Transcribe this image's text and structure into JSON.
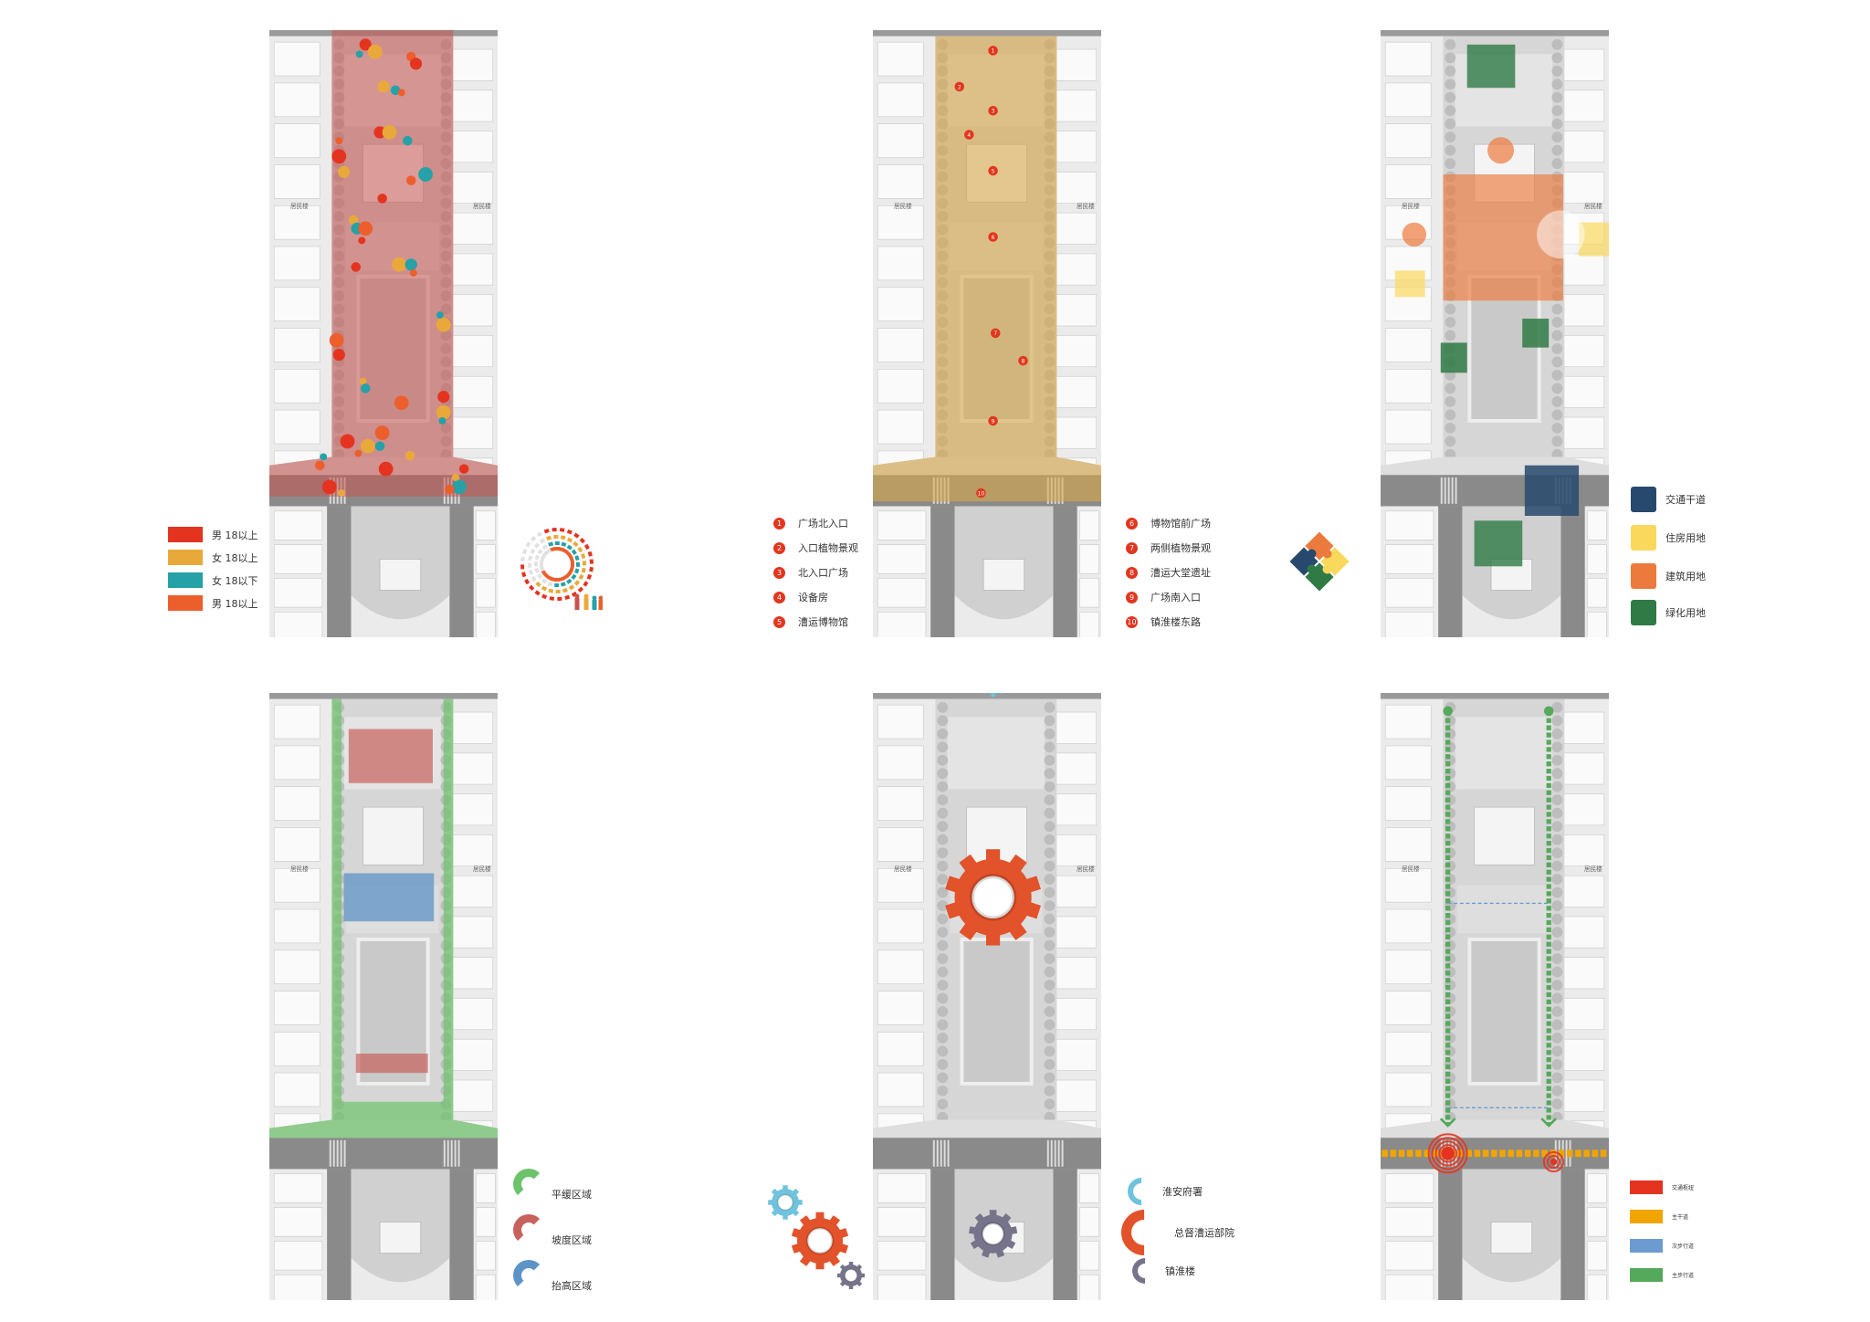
{
  "map_labels": {
    "resident": "居民楼"
  },
  "panel1": {
    "legend": [
      {
        "label": "男  18以上",
        "color": "#e43420"
      },
      {
        "label": "女  18以上",
        "color": "#e9a93a"
      },
      {
        "label": "女  18以下",
        "color": "#26a1a8"
      },
      {
        "label": "男  18以上",
        "color": "#ec5f2d"
      }
    ],
    "overlay_color": "#c8534f"
  },
  "panel2": {
    "legend_left": [
      {
        "n": "1",
        "label": "广场北入口"
      },
      {
        "n": "2",
        "label": "入口植物景观"
      },
      {
        "n": "3",
        "label": "北入口广场"
      },
      {
        "n": "4",
        "label": "设备房"
      },
      {
        "n": "5",
        "label": "漕运博物馆"
      }
    ],
    "legend_right": [
      {
        "n": "6",
        "label": "博物馆前广场"
      },
      {
        "n": "7",
        "label": "两侧植物景观"
      },
      {
        "n": "8",
        "label": "漕运大堂遗址"
      },
      {
        "n": "9",
        "label": "广场南入口"
      },
      {
        "n": "10",
        "label": "镇淮楼东路"
      }
    ],
    "overlay_color": "#d9a84a"
  },
  "panel3": {
    "legend": [
      {
        "label": "交通干道",
        "color": "#27496d"
      },
      {
        "label": "住房用地",
        "color": "#f9d85c"
      },
      {
        "label": "建筑用地",
        "color": "#ec7a3c"
      },
      {
        "label": "绿化用地",
        "color": "#2f7a45"
      }
    ]
  },
  "panel4": {
    "legend": [
      {
        "label": "平缓区域",
        "color": "#6cc36a"
      },
      {
        "label": "坡度区域",
        "color": "#c7615d"
      },
      {
        "label": "抬高区域",
        "color": "#5d93c7"
      }
    ]
  },
  "panel5": {
    "legend": [
      {
        "label": "淮安府署",
        "color": "#6fc3dd"
      },
      {
        "label": "总督漕运部院",
        "color": "#e2522b"
      },
      {
        "label": "镇淮楼",
        "color": "#76748b"
      }
    ]
  },
  "panel6": {
    "legend": [
      {
        "label": "交通枢纽",
        "color": "#e43420"
      },
      {
        "label": "主干道",
        "color": "#f0a500"
      },
      {
        "label": "次步行道",
        "color": "#6b9bd0"
      },
      {
        "label": "主步行道",
        "color": "#55a95a"
      }
    ]
  }
}
